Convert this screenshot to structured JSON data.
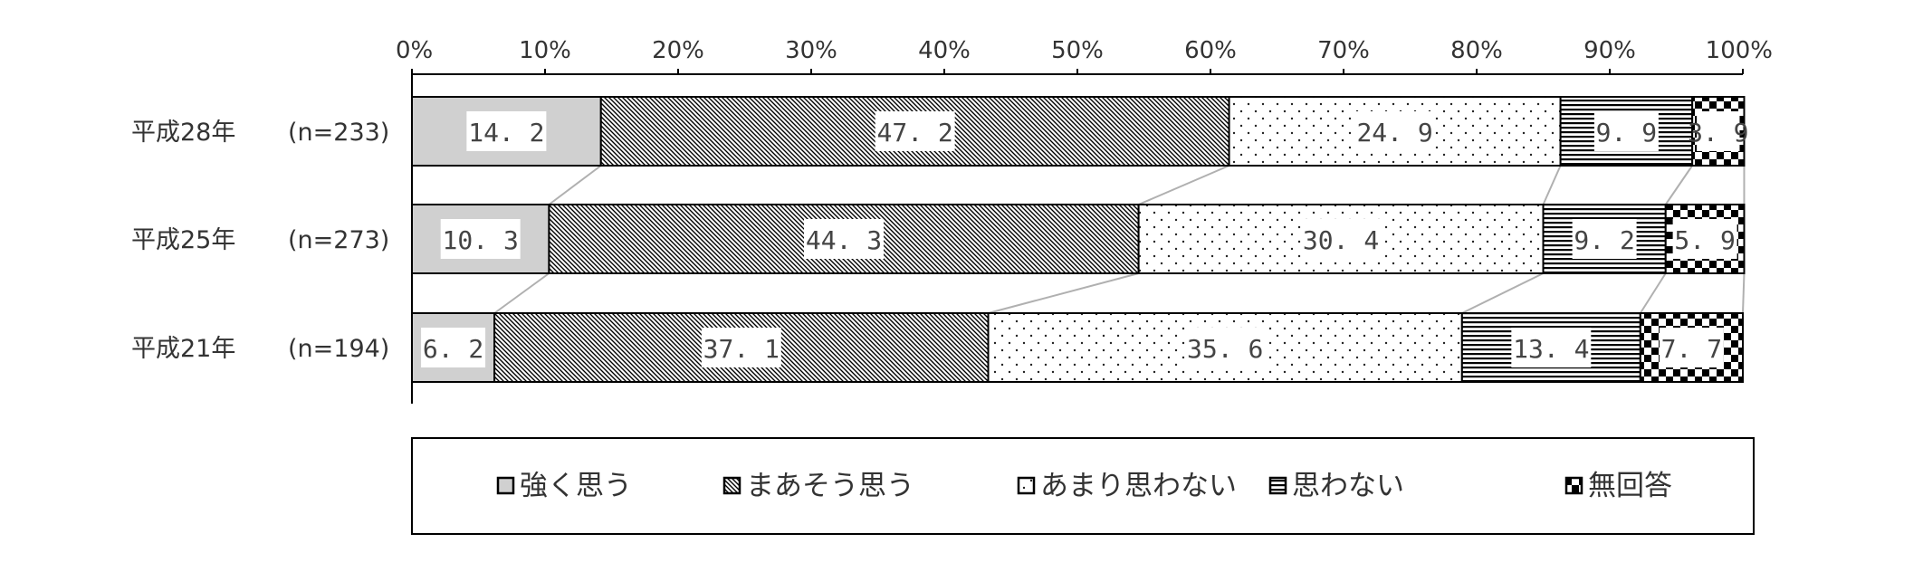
{
  "chart_data": {
    "type": "bar",
    "orientation": "horizontal",
    "stacked": "percent",
    "xlim": [
      0,
      100
    ],
    "tick_labels": [
      "0%",
      "10%",
      "20%",
      "30%",
      "40%",
      "50%",
      "60%",
      "70%",
      "80%",
      "90%",
      "100%"
    ],
    "categories": [
      {
        "year": "平成28年",
        "n": "(n=233)"
      },
      {
        "year": "平成25年",
        "n": "(n=273)"
      },
      {
        "year": "平成21年",
        "n": "(n=194)"
      }
    ],
    "series": [
      {
        "name": "強く思う",
        "values": [
          14.2,
          10.3,
          6.2
        ],
        "pattern": "solid-gray"
      },
      {
        "name": "まあそう思う",
        "values": [
          47.2,
          44.3,
          37.1
        ],
        "pattern": "diagonal-hatch"
      },
      {
        "name": "あまり思わない",
        "values": [
          24.9,
          30.4,
          35.6
        ],
        "pattern": "dots"
      },
      {
        "name": "思わない",
        "values": [
          9.9,
          9.2,
          13.4
        ],
        "pattern": "horizontal-lines"
      },
      {
        "name": "無回答",
        "values": [
          3.9,
          5.9,
          7.7
        ],
        "pattern": "checker"
      }
    ],
    "legend_position": "bottom",
    "connector_lines": true,
    "grid": false
  }
}
